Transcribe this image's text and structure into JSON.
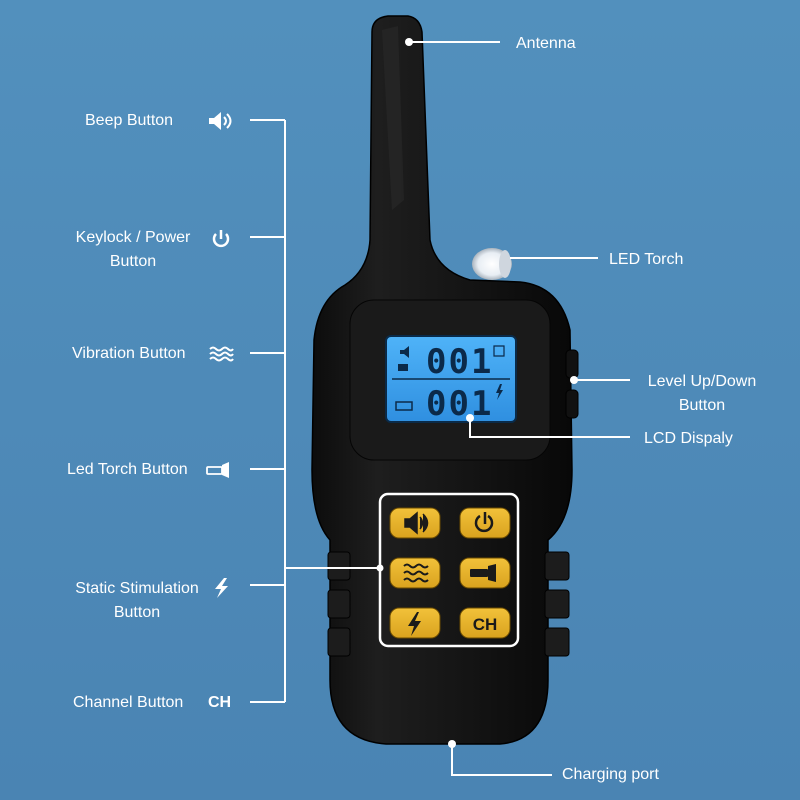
{
  "labels": {
    "antenna": "Antenna",
    "beep_button": "Beep Button",
    "keylock_power_line1": "Keylock / Power",
    "keylock_power_line2": "Button",
    "vibration_button": "Vibration Button",
    "led_torch_button": "Led Torch Button",
    "static_line1": "Static Stimulation",
    "static_line2": "Button",
    "channel_button": "Channel Button",
    "led_torch": "LED Torch",
    "level_line1": "Level Up/Down",
    "level_line2": "Button",
    "lcd_display": "LCD Dispaly",
    "charging_port": "Charging port"
  },
  "lcd": {
    "top_value": "001",
    "bottom_value": "001"
  },
  "keypad": {
    "channel_key": "CH"
  },
  "channel_icon_text": "CH",
  "colors": {
    "background": "#4f87b4",
    "device_body": "#151515",
    "lcd_backlight": "#3fa6f2",
    "key_yellow": "#e9b42a",
    "line_white": "#ffffff"
  },
  "icons": [
    "speaker-icon",
    "power-icon",
    "vibration-icon",
    "flashlight-icon",
    "lightning-icon"
  ]
}
